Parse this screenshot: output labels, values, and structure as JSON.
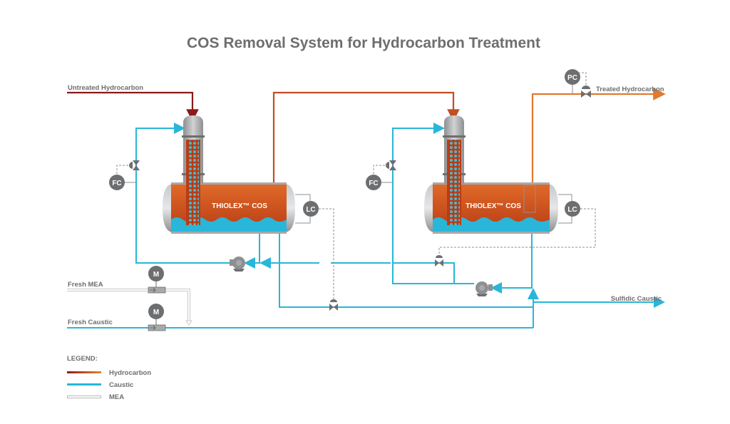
{
  "title": "COS Removal System for Hydrocarbon Treatment",
  "streams": {
    "untreated_hydrocarbon": "Untreated Hydrocarbon",
    "treated_hydrocarbon": "Treated Hydrocarbon",
    "fresh_mea": "Fresh MEA",
    "fresh_caustic": "Fresh Caustic",
    "sulfidic_caustic": "Sulfidic Caustic"
  },
  "vessels": [
    {
      "label": "THIOLEX™ COS"
    },
    {
      "label": "THIOLEX™ COS"
    }
  ],
  "controllers": {
    "fc1": "FC",
    "fc2": "FC",
    "lc1": "LC",
    "lc2": "LC",
    "pc": "PC",
    "m1": "M",
    "m2": "M"
  },
  "legend": {
    "title": "LEGEND:",
    "items": [
      {
        "label": "Hydrocarbon",
        "type": "hydrocarbon"
      },
      {
        "label": "Caustic",
        "type": "caustic"
      },
      {
        "label": "MEA",
        "type": "mea"
      }
    ]
  },
  "colors": {
    "hydrocarbon_dark": "#8b1a1a",
    "hydrocarbon_light": "#e07a2e",
    "caustic": "#29b6d9",
    "mea": "#d0d0d0",
    "controller": "#6d6e70",
    "vessel_shell": "#a8a9ab",
    "vessel_fill": "#d4561e"
  }
}
